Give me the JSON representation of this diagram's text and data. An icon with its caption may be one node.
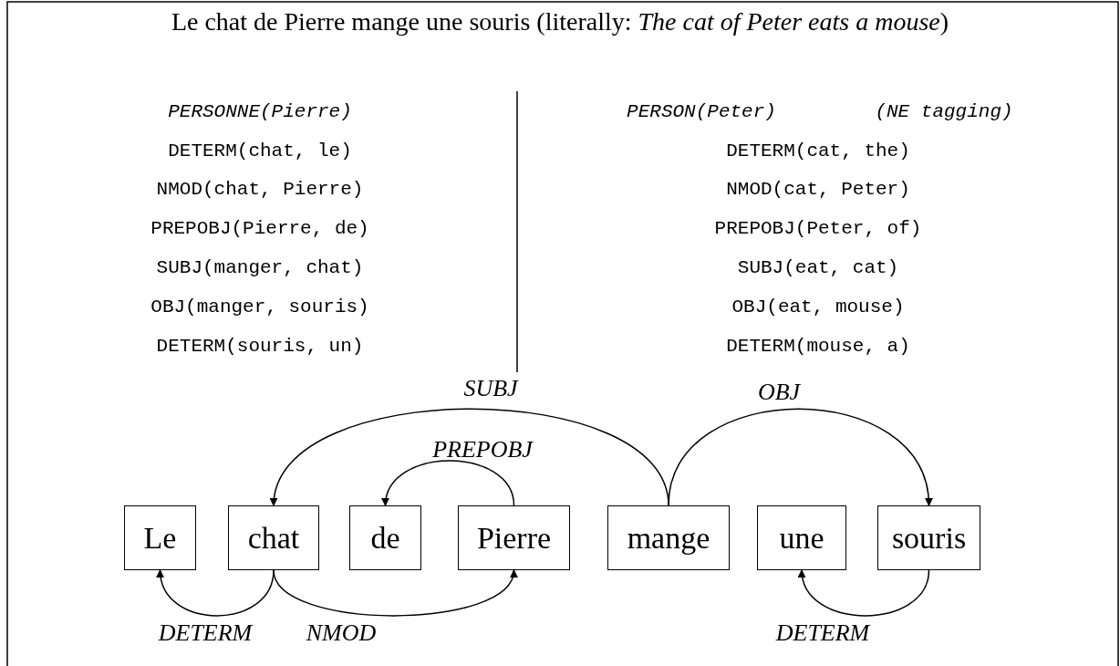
{
  "diagram": {
    "title": "Le chat de Pierre mange une souris (literally: *The cat of Peter eats a mouse*)",
    "nodes": [
      {
        "text": [
          "Le"
        ]
      },
      {
        "text": [
          "chat"
        ]
      },
      {
        "text": [
          "de"
        ]
      },
      {
        "text": [
          "Pierre"
        ]
      },
      {
        "text": [
          "mange"
        ]
      },
      {
        "text": [
          "une"
        ]
      },
      {
        "text": [
          "souris"
        ]
      }
    ],
    "edges": [
      {
        "from": 4,
        "to": 1,
        "arrow": "to",
        "label": "SUBJ"
      },
      {
        "from": 3,
        "to": 2,
        "arrow": "to",
        "label": "PREPOBJ"
      },
      {
        "from": 4,
        "to": 6,
        "arrow": "to",
        "label": "OBJ"
      },
      {
        "from": 1,
        "to": 0,
        "arrow": "to",
        "label": "DETERM"
      },
      {
        "from": 1,
        "to": 3,
        "arrow": "to",
        "label": "NMOD"
      },
      {
        "from": 6,
        "to": 5,
        "arrow": "to",
        "label": "DETERM"
      }
    ],
    "labels": [
      "PERSONNE(Pierre)",
      "PERSON(Peter)",
      "(NE tagging)",
      "DETERM(chat, le)",
      "DETERM(cat, the)",
      "NMOD(chat, Pierre)",
      "NMOD(cat, Peter)",
      "PREPOBJ(Pierre, de)",
      "PREPOBJ(Peter, of)",
      "SUBJ(manger, chat)",
      "SUBJ(eat, cat)",
      "OBJ(manger, souris)",
      "OBJ(eat, mouse)",
      "DETERM(souris, un)",
      "DETERM(mouse, a)"
    ]
  }
}
